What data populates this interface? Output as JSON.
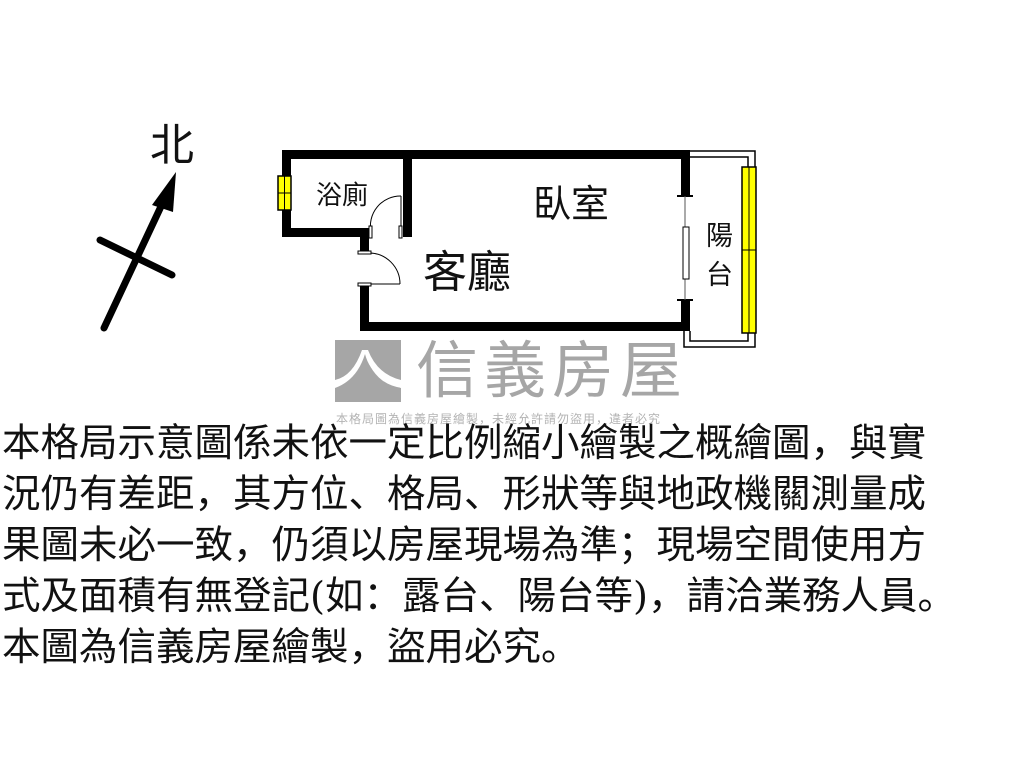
{
  "compass": {
    "north_label": "北"
  },
  "rooms": {
    "bathroom": "浴廁",
    "bedroom": "臥室",
    "living_room": "客廳",
    "balcony_line1": "陽",
    "balcony_line2": "台"
  },
  "colors": {
    "wall": "#000000",
    "window_fill": "#ffff00",
    "logo_gray": "#a6a6a6",
    "background": "#ffffff"
  },
  "brand": {
    "name": "信義房屋",
    "watermark_notice": "本格局圖為信義房屋繪製，未經允許請勿盜用，違者必究"
  },
  "disclaimer": {
    "lines": [
      "本格局示意圖係未依一定比例縮小繪製之概繪圖，與實",
      "況仍有差距，其方位、格局、形狀等與地政機關測量成",
      "果圖未必一致，仍須以房屋現場為準；現場空間使用方",
      "式及面積有無登記(如：露台、陽台等)，請洽業務人員。",
      "本圖為信義房屋繪製，盜用必究。"
    ]
  }
}
